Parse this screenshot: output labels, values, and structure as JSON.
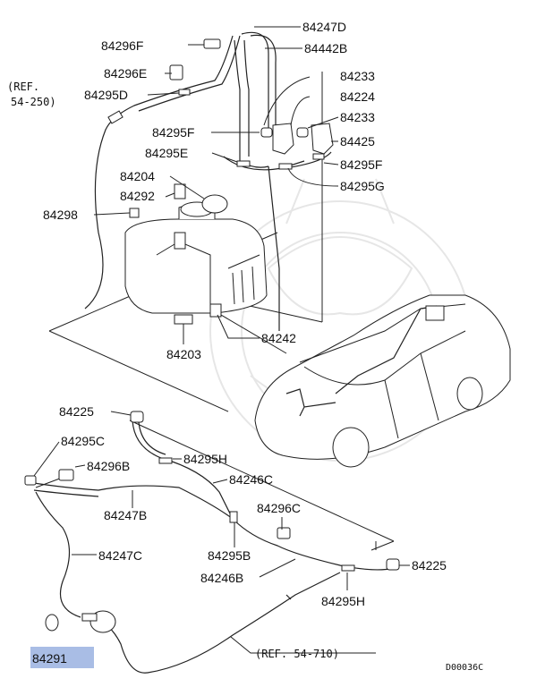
{
  "labels": {
    "p84247D": "84247D",
    "p84296F": "84296F",
    "p84442B": "84442B",
    "p84296E": "84296E",
    "p84233a": "84233",
    "ref_top_a": "(REF.",
    "ref_top_b": "54-250)",
    "p84295D": "84295D",
    "p84224": "84224",
    "p84233b": "84233",
    "p84295F_a": "84295F",
    "p84425": "84425",
    "p84295E": "84295E",
    "p84295F_b": "84295F",
    "p84204": "84204",
    "p84295G": "84295G",
    "p84292": "84292",
    "p84298": "84298",
    "p84242": "84242",
    "p84203": "84203",
    "p84225a": "84225",
    "p84295C": "84295C",
    "p84295H_a": "84295H",
    "p84296B": "84296B",
    "p84246C": "84246C",
    "p84247B": "84247B",
    "p84296C": "84296C",
    "p84247C": "84247C",
    "p84295B": "84295B",
    "p84225b": "84225",
    "p84246B": "84246B",
    "p84295H_b": "84295H",
    "p84291": "84291",
    "ref_bottom": "(REF. 54-710)",
    "code": "D00036C"
  },
  "colors": {
    "highlight": "#a9bde5",
    "ink": "#222222"
  }
}
